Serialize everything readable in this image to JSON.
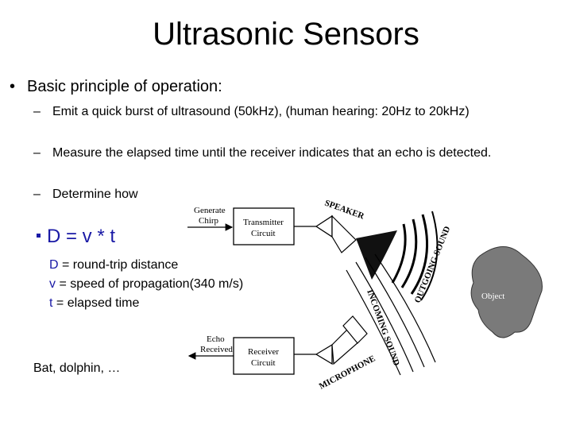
{
  "title": "Ultrasonic Sensors",
  "bullet": {
    "marker": "•",
    "text": "Basic principle of operation:"
  },
  "sub_bullets": [
    {
      "marker": "–",
      "text": "Emit a quick burst of ultrasound (50kHz), (human hearing: 20Hz to 20kHz)"
    },
    {
      "marker": "–",
      "text": "Measure the elapsed time until the receiver indicates that an echo is detected."
    },
    {
      "marker": "–",
      "text": "Determine how"
    }
  ],
  "formula": "D = v * t",
  "definitions": [
    {
      "var": "D",
      "text": " = round-trip distance"
    },
    {
      "var": "v",
      "text": " = speed of propagation(340 m/s)"
    },
    {
      "var": "t",
      "text": " = elapsed time"
    }
  ],
  "note": "Bat, dolphin, …",
  "diagram": {
    "generate_chirp": [
      "Generate",
      "Chirp"
    ],
    "transmitter": [
      "Transmitter",
      "Circuit"
    ],
    "echo_received": [
      "Echo",
      "Received"
    ],
    "receiver": [
      "Receiver",
      "Circuit"
    ],
    "speaker": "SPEAKER",
    "microphone": "MICROPHONE",
    "outgoing": "OUTGOING SOUND",
    "incoming": "INCOMING SOUND",
    "object": "Object"
  }
}
